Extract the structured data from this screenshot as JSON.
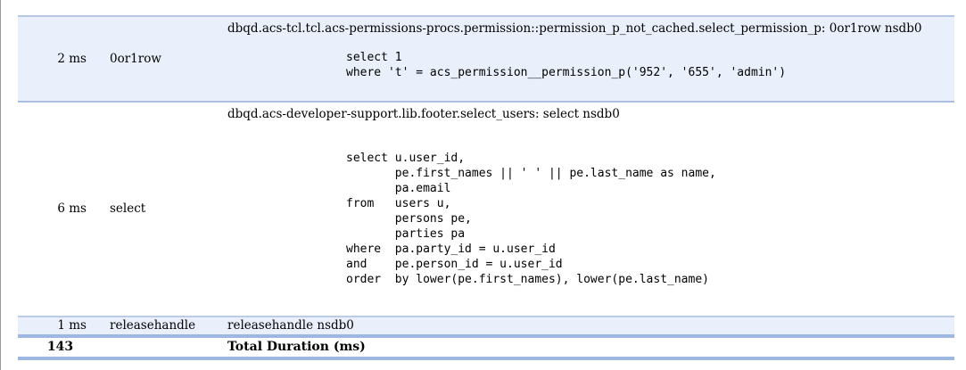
{
  "query_log": {
    "rows": [
      {
        "duration": "2 ms",
        "type": "0or1row",
        "title": "dbqd.acs-tcl.tcl.acs-permissions-procs.permission::permission_p_not_cached.select_permission_p: 0or1row nsdb0",
        "sql": "select 1\nwhere 't' = acs_permission__permission_p('952', '655', 'admin')"
      },
      {
        "duration": "6 ms",
        "type": "select",
        "title": "dbqd.acs-developer-support.lib.footer.select_users: select nsdb0",
        "sql": "\nselect u.user_id,\n       pe.first_names || ' ' || pe.last_name as name,\n       pa.email\nfrom   users u,\n       persons pe,\n       parties pa\nwhere  pa.party_id = u.user_id\nand    pe.person_id = u.user_id\norder  by lower(pe.first_names), lower(pe.last_name)\n"
      },
      {
        "duration": "1 ms",
        "type": "releasehandle",
        "title": "releasehandle nsdb0"
      },
      {
        "duration": "143",
        "title": "Total Duration (ms)"
      }
    ],
    "colors": {
      "row_highlight": "#e9effb",
      "border_thin": "#b6c7e6",
      "border_thick": "#9db6e2"
    }
  }
}
